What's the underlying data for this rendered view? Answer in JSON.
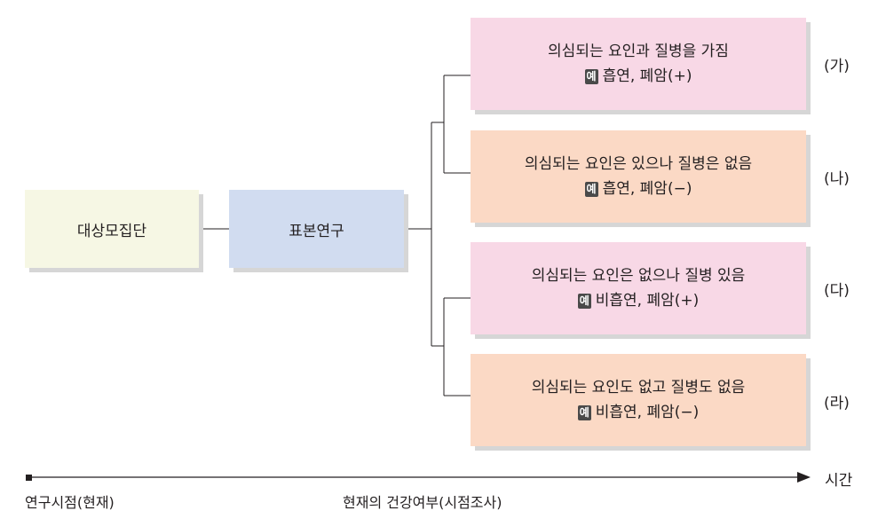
{
  "boxes": {
    "population": "대상모집단",
    "sample": "표본연구"
  },
  "example_badge": "예",
  "outcomes": [
    {
      "title": "의심되는 요인과 질병을 가짐",
      "example": "흡연, 폐암(+)",
      "tag": "(가)",
      "color": "#f8d8e6"
    },
    {
      "title": "의심되는 요인은 있으나 질병은 없음",
      "example": "흡연, 폐암(−)",
      "tag": "(나)",
      "color": "#fbd9c5"
    },
    {
      "title": "의심되는 요인은 없으나 질병 있음",
      "example": "비흡연, 폐암(+)",
      "tag": "(다)",
      "color": "#f8d8e6"
    },
    {
      "title": "의심되는 요인도 없고 질병도 없음",
      "example": "비흡연, 폐암(−)",
      "tag": "(라)",
      "color": "#fbd9c5"
    }
  ],
  "timeline": {
    "start_label": "연구시점(현재)",
    "survey_label": "현재의 건강여부(시점조사)",
    "axis_label": "시간"
  },
  "colors": {
    "population_fill": "#f6f7e4",
    "sample_fill": "#d1dcf0",
    "pink_fill": "#f8d8e6",
    "peach_fill": "#fbd9c5",
    "line": "#231f20"
  }
}
